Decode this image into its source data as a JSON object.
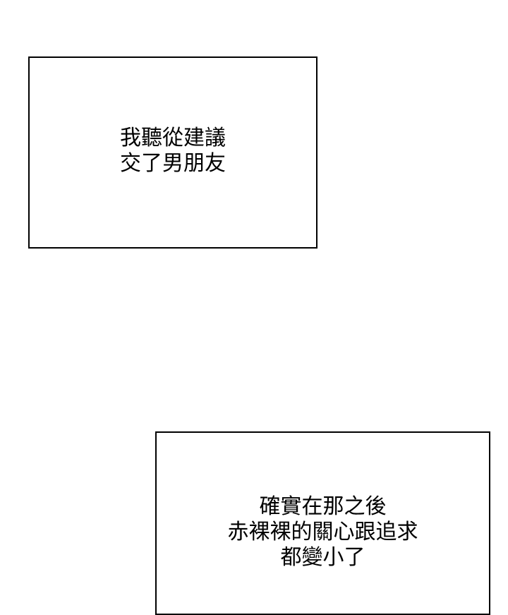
{
  "panels": [
    {
      "lines": [
        "我聽從建議",
        "交了男朋友"
      ]
    },
    {
      "lines": [
        "確實在那之後",
        "赤裸裸的關心跟追求",
        "都變小了"
      ]
    }
  ],
  "colors": {
    "background": "#ffffff",
    "border": "#000000",
    "text": "#000000"
  }
}
